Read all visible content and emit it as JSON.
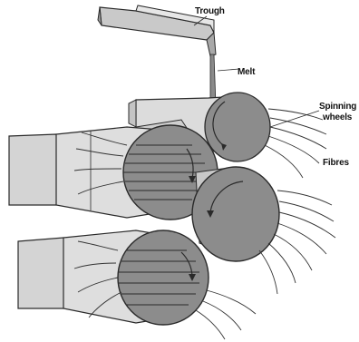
{
  "diagram": {
    "labels": {
      "trough": "Trough",
      "melt": "Melt",
      "spinning_wheels_line1": "Spinning",
      "spinning_wheels_line2": "wheels",
      "fibres": "Fibres"
    },
    "colors": {
      "outline": "#2a2a2a",
      "barrel_light": "#dcdcdc",
      "barrel_mid": "#c4c4c4",
      "wheel_dark": "#8c8c8c",
      "wheel_face": "#9a9a9a",
      "trough_fill": "#bdbdbd",
      "fibre": "#333333"
    }
  }
}
